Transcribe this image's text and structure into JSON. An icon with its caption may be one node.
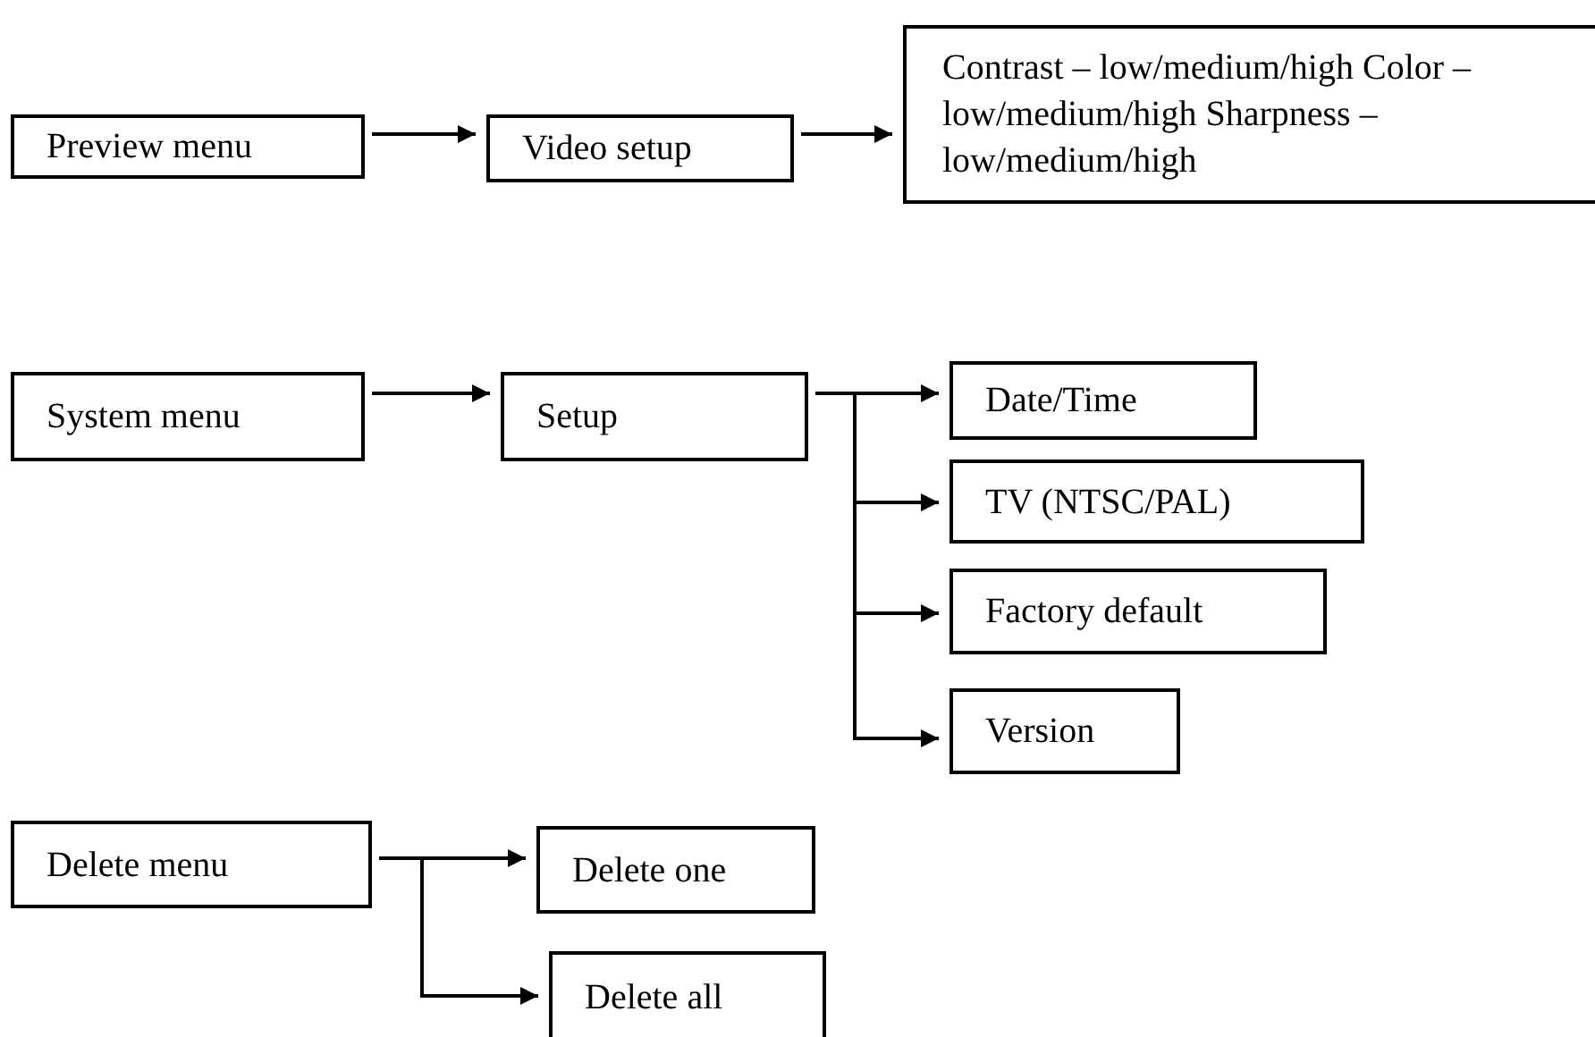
{
  "diagram": {
    "nodes": [
      {
        "text": [
          "Preview menu"
        ]
      },
      {
        "text": [
          "Video setup"
        ]
      },
      {
        "text": [
          "Contrast – low/medium/high Color –low/medium/high Sharpness –low/medium/high"
        ]
      },
      {
        "text": [
          "System menu"
        ]
      },
      {
        "text": [
          "Setup"
        ]
      },
      {
        "text": [
          "Date/Time"
        ]
      },
      {
        "text": [
          "TV (NTSC/PAL)"
        ]
      },
      {
        "text": [
          "Factory default"
        ]
      },
      {
        "text": [
          "Version"
        ]
      },
      {
        "text": [
          "Delete menu"
        ]
      },
      {
        "text": [
          "Delete one"
        ]
      },
      {
        "text": [
          "Delete all"
        ]
      }
    ],
    "edges": [
      {
        "from": 0,
        "to": 1,
        "arrow": "to"
      },
      {
        "from": 1,
        "to": 2,
        "arrow": "to"
      },
      {
        "from": 3,
        "to": 4,
        "arrow": "to"
      },
      {
        "from": 4,
        "to": 5,
        "arrow": "to"
      },
      {
        "from": 4,
        "to": 6,
        "arrow": "to"
      },
      {
        "from": 4,
        "to": 7,
        "arrow": "to"
      },
      {
        "from": 4,
        "to": 8,
        "arrow": "to"
      },
      {
        "from": 9,
        "to": 10,
        "arrow": "to"
      },
      {
        "from": 9,
        "to": 11,
        "arrow": "to"
      }
    ]
  }
}
